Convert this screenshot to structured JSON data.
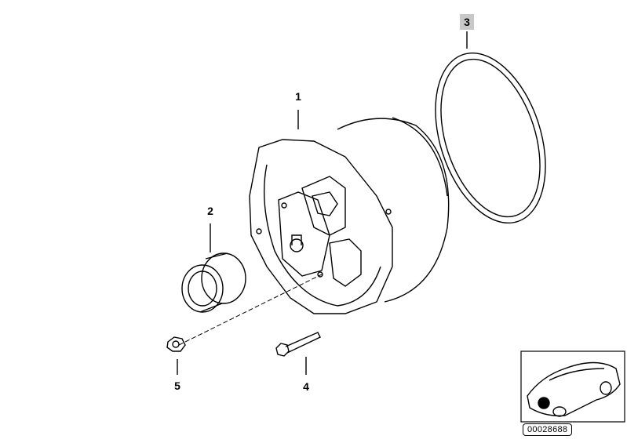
{
  "diagram": {
    "callouts": [
      {
        "number": "1",
        "part": "alternator"
      },
      {
        "number": "2",
        "part": "pulley"
      },
      {
        "number": "3",
        "part": "sealing-ring",
        "highlighted": true
      },
      {
        "number": "4",
        "part": "bolt"
      },
      {
        "number": "5",
        "part": "hex-nut"
      }
    ],
    "reference_number": "00028688"
  }
}
